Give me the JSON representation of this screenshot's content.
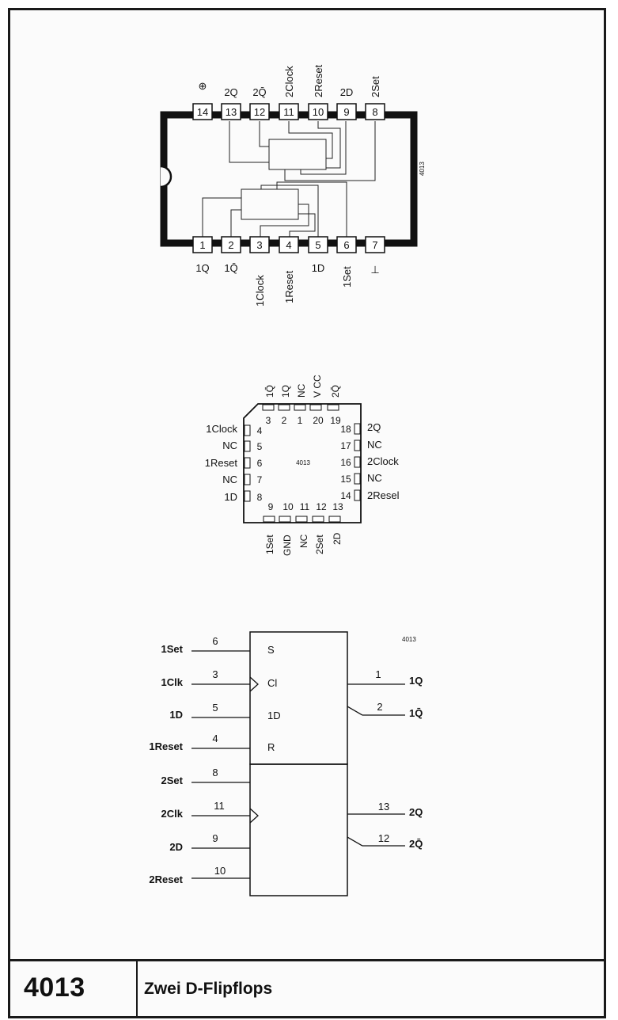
{
  "footer": {
    "chip_number": "4013",
    "title": "Zwei D-Flipflops"
  },
  "dip": {
    "chip_label": "4013",
    "top_pins": [
      {
        "num": "14",
        "label": "⊕"
      },
      {
        "num": "13",
        "label": "2Q"
      },
      {
        "num": "12",
        "label": "2Q̄"
      },
      {
        "num": "11",
        "label": "2Clock"
      },
      {
        "num": "10",
        "label": "2Reset"
      },
      {
        "num": "9",
        "label": "2D"
      },
      {
        "num": "8",
        "label": "2Set"
      }
    ],
    "bottom_pins": [
      {
        "num": "1",
        "label": "1Q"
      },
      {
        "num": "2",
        "label": "1Q̄"
      },
      {
        "num": "3",
        "label": "1Clock"
      },
      {
        "num": "4",
        "label": "1Reset"
      },
      {
        "num": "5",
        "label": "1D"
      },
      {
        "num": "6",
        "label": "1Set"
      },
      {
        "num": "7",
        "label": "⊥"
      }
    ]
  },
  "plcc": {
    "chip_label": "4013",
    "top_pins": [
      {
        "num": "3",
        "label": "1Q̄"
      },
      {
        "num": "2",
        "label": "1Q"
      },
      {
        "num": "1",
        "label": "NC"
      },
      {
        "num": "20",
        "label": "V CC"
      },
      {
        "num": "19",
        "label": "2Q̄"
      }
    ],
    "left_pins": [
      {
        "num": "4",
        "label": "1Clock"
      },
      {
        "num": "5",
        "label": "NC"
      },
      {
        "num": "6",
        "label": "1Reset"
      },
      {
        "num": "7",
        "label": "NC"
      },
      {
        "num": "8",
        "label": "1D"
      }
    ],
    "right_pins": [
      {
        "num": "18",
        "label": "2Q"
      },
      {
        "num": "17",
        "label": "NC"
      },
      {
        "num": "16",
        "label": "2Clock"
      },
      {
        "num": "15",
        "label": "NC"
      },
      {
        "num": "14",
        "label": "2Resel"
      }
    ],
    "bottom_pins": [
      {
        "num": "9",
        "label": "1Set"
      },
      {
        "num": "10",
        "label": "GND"
      },
      {
        "num": "11",
        "label": "NC"
      },
      {
        "num": "12",
        "label": "2Set"
      },
      {
        "num": "13",
        "label": "2D"
      }
    ]
  },
  "logic": {
    "chip_label": "4013",
    "inputs": [
      {
        "name": "1Set",
        "pin": "6",
        "internal": "S",
        "clock": false
      },
      {
        "name": "1Clk",
        "pin": "3",
        "internal": "Cl",
        "clock": true
      },
      {
        "name": "1D",
        "pin": "5",
        "internal": "1D",
        "clock": false
      },
      {
        "name": "1Reset",
        "pin": "4",
        "internal": "R",
        "clock": false
      },
      {
        "name": "2Set",
        "pin": "8",
        "internal": "",
        "clock": false
      },
      {
        "name": "2Clk",
        "pin": "11",
        "internal": "",
        "clock": true
      },
      {
        "name": "2D",
        "pin": "9",
        "internal": "",
        "clock": false
      },
      {
        "name": "2Reset",
        "pin": "10",
        "internal": "",
        "clock": false
      }
    ],
    "outputs": [
      {
        "name": "1Q",
        "pin": "1",
        "inverted": false
      },
      {
        "name": "1Q̄",
        "pin": "2",
        "inverted": true
      },
      {
        "name": "2Q",
        "pin": "13",
        "inverted": false
      },
      {
        "name": "2Q̄",
        "pin": "12",
        "inverted": true
      }
    ]
  }
}
